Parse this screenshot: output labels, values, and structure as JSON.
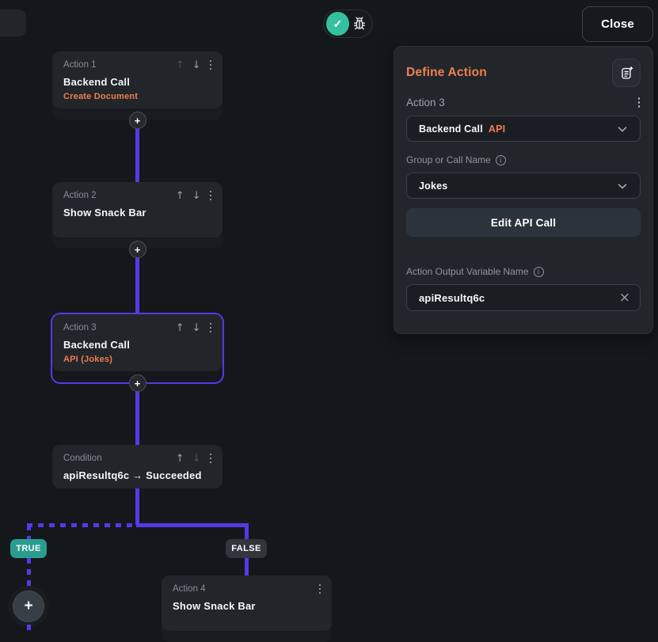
{
  "topbar": {
    "close_label": "Close"
  },
  "icons": {
    "plus": "+",
    "check": "✓",
    "clear_x": "×",
    "up_arrow": "↑",
    "down_arrow": "↓",
    "info": "i"
  },
  "flow": {
    "node1": {
      "label": "Action 1",
      "title": "Backend Call",
      "subtitle": "Create Document"
    },
    "node2": {
      "label": "Action 2",
      "title": "Show Snack Bar"
    },
    "node3": {
      "label": "Action 3",
      "title": "Backend Call",
      "subtitle": "API (Jokes)"
    },
    "condition": {
      "label": "Condition",
      "title": "apiResultq6c → Succeeded"
    },
    "node4": {
      "label": "Action 4",
      "title": "Show Snack Bar"
    },
    "true_label": "TRUE",
    "false_label": "FALSE"
  },
  "panel": {
    "title": "Define Action",
    "action_label": "Action 3",
    "type_primary": "Backend Call",
    "type_secondary": "API",
    "group_label": "Group or Call Name",
    "group_value": "Jokes",
    "edit_button_label": "Edit API Call",
    "output_label": "Action Output Variable Name",
    "output_value": "apiResultq6c"
  },
  "colors": {
    "background": "#14181b",
    "accent_orange": "#ee7d4e",
    "connector_purple": "#5539e8",
    "true_teal": "#2a9d8f",
    "check_teal": "#35c0a2",
    "panel_bg": "#22262b"
  }
}
